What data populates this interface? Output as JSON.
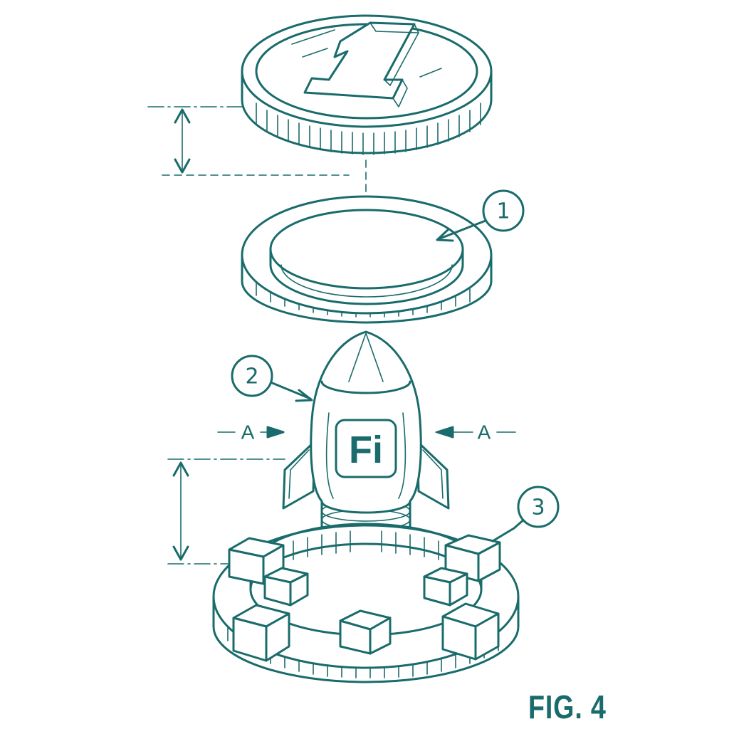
{
  "figure": {
    "label": "FIG. 4",
    "ink_color": "#1a6b6b",
    "background": "#ffffff"
  },
  "parts": {
    "coin": {
      "face_numeral": "1"
    },
    "ring": {
      "callout": "1"
    },
    "rocket": {
      "callout": "2",
      "logo_text": "Fi"
    },
    "base": {
      "callout": "3"
    }
  },
  "section_markers": {
    "left": "A",
    "right": "A"
  }
}
